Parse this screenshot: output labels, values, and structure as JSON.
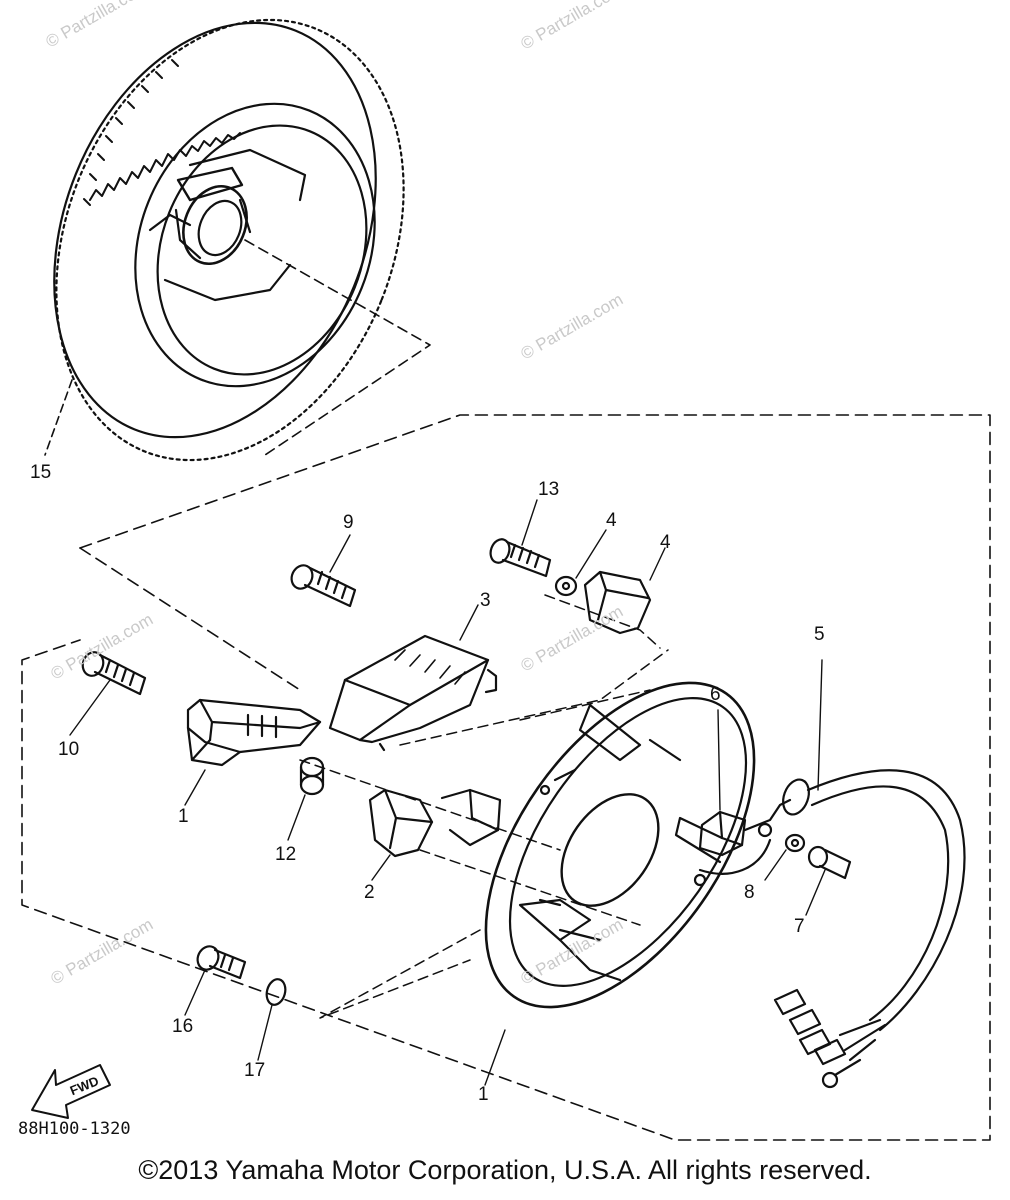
{
  "watermark": "© Partzilla.com",
  "callouts": {
    "flywheel": "15",
    "bolt_top": "13",
    "washer_top": "4",
    "damper_top": "4",
    "bolt_mid": "9",
    "coil_block": "3",
    "lead_wire": "5",
    "grommet": "6",
    "screw_long": "10",
    "pickup_coil": "1",
    "spacer": "12",
    "small_coil": "2",
    "washer_small": "8",
    "screw_small": "7",
    "screw_bottom": "16",
    "washer_bottom": "17",
    "assembly": "1"
  },
  "direction_label": "FWD",
  "part_code": "88H100-1320",
  "copyright": "©2013  Yamaha Motor Corporation, U.S.A. All rights reserved."
}
